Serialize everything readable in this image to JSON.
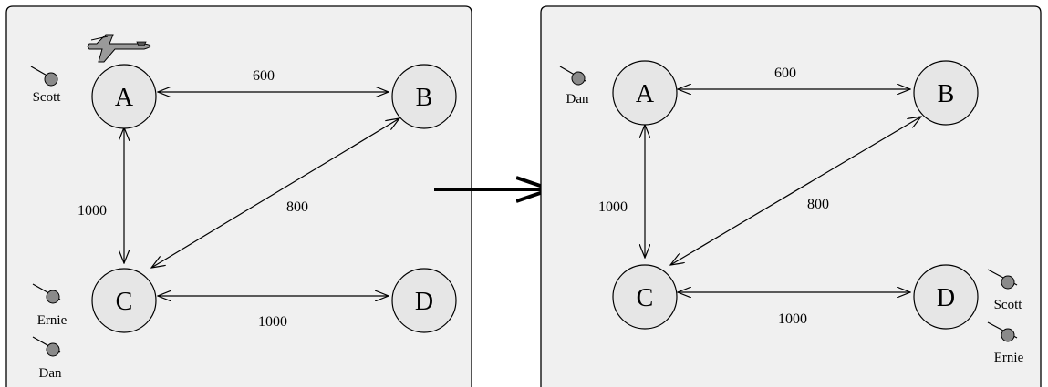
{
  "panels": [
    {
      "id": "before",
      "nodes": [
        {
          "id": "A",
          "label": "A"
        },
        {
          "id": "B",
          "label": "B"
        },
        {
          "id": "C",
          "label": "C"
        },
        {
          "id": "D",
          "label": "D"
        }
      ],
      "edges": [
        {
          "from": "A",
          "to": "B",
          "weight": "600"
        },
        {
          "from": "A",
          "to": "C",
          "weight": "1000"
        },
        {
          "from": "C",
          "to": "B",
          "weight": "800"
        },
        {
          "from": "C",
          "to": "D",
          "weight": "1000"
        }
      ],
      "people": [
        {
          "name": "Scott",
          "at": "A"
        },
        {
          "name": "Ernie",
          "at": "C"
        },
        {
          "name": "Dan",
          "at": "C"
        }
      ],
      "airplane_at": "A"
    },
    {
      "id": "after",
      "nodes": [
        {
          "id": "A",
          "label": "A"
        },
        {
          "id": "B",
          "label": "B"
        },
        {
          "id": "C",
          "label": "C"
        },
        {
          "id": "D",
          "label": "D"
        }
      ],
      "edges": [
        {
          "from": "A",
          "to": "B",
          "weight": "600"
        },
        {
          "from": "A",
          "to": "C",
          "weight": "1000"
        },
        {
          "from": "C",
          "to": "B",
          "weight": "800"
        },
        {
          "from": "C",
          "to": "D",
          "weight": "1000"
        }
      ],
      "people": [
        {
          "name": "Dan",
          "at": "A"
        },
        {
          "name": "Scott",
          "at": "D"
        },
        {
          "name": "Ernie",
          "at": "D"
        }
      ]
    }
  ],
  "icons": {
    "person": "person-icon",
    "airplane": "airplane-icon",
    "transition": "right-arrow-icon"
  },
  "colors": {
    "panel_fill": "#f0f0f0",
    "node_fill": "#e6e6e6",
    "person_fill": "#8a8a8a"
  }
}
